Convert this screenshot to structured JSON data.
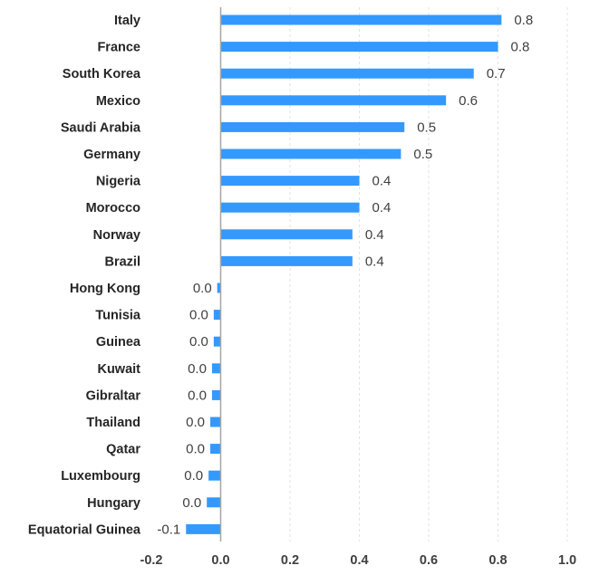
{
  "chart_data": {
    "type": "bar",
    "orientation": "horizontal",
    "categories": [
      "Italy",
      "France",
      "South Korea",
      "Mexico",
      "Saudi Arabia",
      "Germany",
      "Nigeria",
      "Morocco",
      "Norway",
      "Brazil",
      "Hong Kong",
      "Tunisia",
      "Guinea",
      "Kuwait",
      "Gibraltar",
      "Thailand",
      "Qatar",
      "Luxembourg",
      "Hungary",
      "Equatorial Guinea"
    ],
    "values": [
      0.81,
      0.8,
      0.73,
      0.65,
      0.53,
      0.52,
      0.4,
      0.4,
      0.38,
      0.38,
      -0.01,
      -0.02,
      -0.02,
      -0.025,
      -0.025,
      -0.03,
      -0.03,
      -0.035,
      -0.04,
      -0.1
    ],
    "data_labels": [
      "0.8",
      "0.8",
      "0.7",
      "0.6",
      "0.5",
      "0.5",
      "0.4",
      "0.4",
      "0.4",
      "0.4",
      "0.0",
      "0.0",
      "0.0",
      "0.0",
      "0.0",
      "0.0",
      "0.0",
      "0.0",
      "0.0",
      "-0.1"
    ],
    "xlim": [
      -0.2,
      1.0
    ],
    "xticks": [
      -0.2,
      0.0,
      0.2,
      0.4,
      0.6,
      0.8,
      1.0
    ],
    "xtick_labels": [
      "-0.2",
      "0.0",
      "0.2",
      "0.4",
      "0.6",
      "0.8",
      "1.0"
    ],
    "grid": "vertical dashed",
    "bar_color": "#3399ff",
    "axis_color": "#a6a6a6",
    "grid_color": "#e3e3e3",
    "title": "",
    "xlabel": "",
    "ylabel": ""
  }
}
